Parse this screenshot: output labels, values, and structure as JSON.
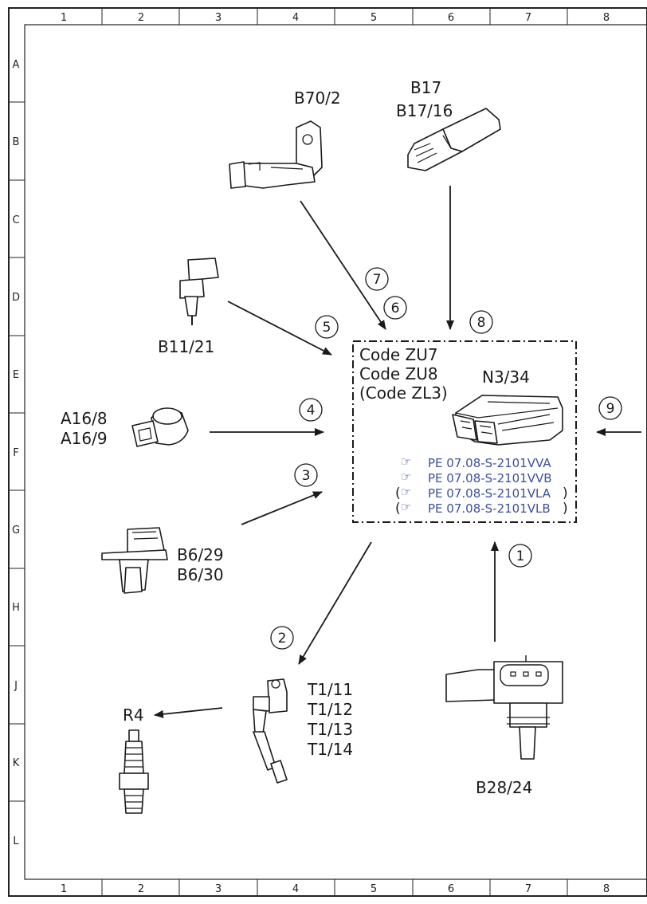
{
  "grid": {
    "columns": [
      "1",
      "2",
      "3",
      "4",
      "5",
      "6",
      "7",
      "8"
    ],
    "rows": [
      "A",
      "B",
      "C",
      "D",
      "E",
      "F",
      "G",
      "H",
      "J",
      "K",
      "L"
    ]
  },
  "components": {
    "b70_2": "B70/2",
    "b17_line1": "B17",
    "b17_line2": "B17/16",
    "b11_21": "B11/21",
    "a16_line1": "A16/8",
    "a16_line2": "A16/9",
    "b6_line1": "B6/29",
    "b6_line2": "B6/30",
    "t1_lines": [
      "T1/11",
      "T1/12",
      "T1/13",
      "T1/14"
    ],
    "r4": "R4",
    "b28_24": "B28/24",
    "n3_34": "N3/34"
  },
  "control_unit": {
    "codes": [
      "Code ZU7",
      "Code ZU8",
      "(Code ZL3)"
    ],
    "references": [
      {
        "open": "",
        "text": "PE 07.08-S-2101VVA",
        "close": ""
      },
      {
        "open": "",
        "text": "PE 07.08-S-2101VVB",
        "close": ""
      },
      {
        "open": "(",
        "text": "PE 07.08-S-2101VLA",
        "close": ")"
      },
      {
        "open": "(",
        "text": "PE 07.08-S-2101VLB",
        "close": ")"
      }
    ]
  },
  "signal_numbers": [
    "1",
    "2",
    "3",
    "4",
    "5",
    "6",
    "7",
    "8",
    "9"
  ],
  "colors": {
    "line": "#1a1a1a",
    "link": "#3b4fa0",
    "background": "#ffffff"
  }
}
